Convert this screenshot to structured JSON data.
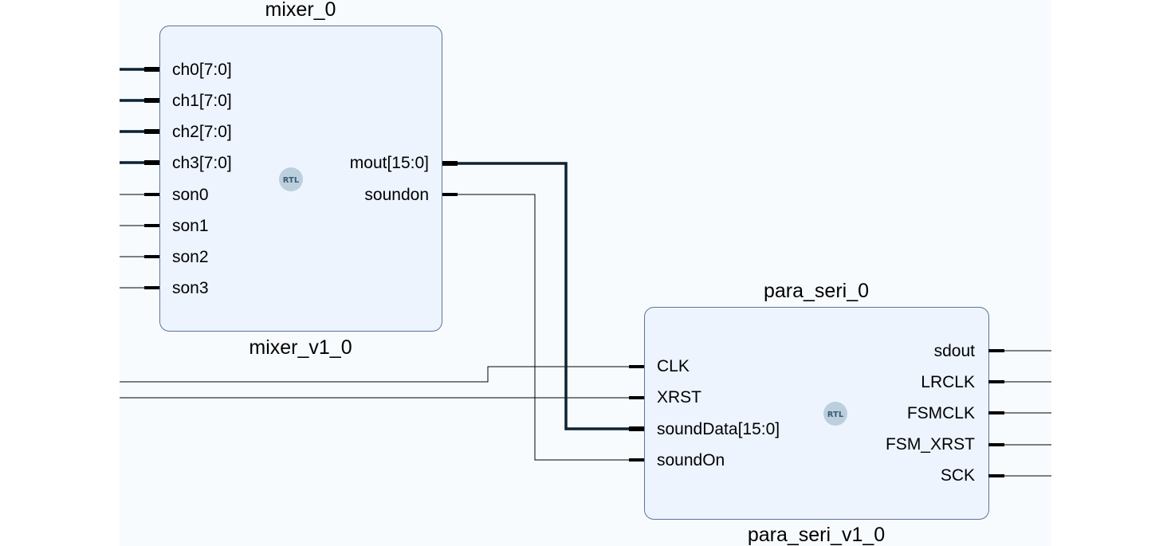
{
  "colors": {
    "canvas_bg": "#f7fbfe",
    "block_fill": "#edf4fe",
    "block_border": "#5a7596",
    "wire": "#000000",
    "bus_wire": "#0d2233",
    "module_text": "#3e5f8f",
    "rtl_badge": "#bccfdc",
    "rtl_text": "#3d5a77"
  },
  "blocks": [
    {
      "instance": "mixer_0",
      "module": "mixer_v1_0",
      "badge": "RTL",
      "inputs": [
        "ch0[7:0]",
        "ch1[7:0]",
        "ch2[7:0]",
        "ch3[7:0]",
        "son0",
        "son1",
        "son2",
        "son3"
      ],
      "outputs": [
        "mout[15:0]",
        "soundon"
      ]
    },
    {
      "instance": "para_seri_0",
      "module": "para_seri_v1_0",
      "badge": "RTL",
      "inputs": [
        "CLK",
        "XRST",
        "soundData[15:0]",
        "soundOn"
      ],
      "outputs": [
        "sdout",
        "LRCLK",
        "FSMCLK",
        "FSM_XRST",
        "SCK"
      ]
    }
  ],
  "connections": [
    {
      "from": "mixer_0/mout[15:0]",
      "to": "para_seri_0/soundData[15:0]",
      "bus": true
    },
    {
      "from": "mixer_0/soundon",
      "to": "para_seri_0/soundOn",
      "bus": false
    }
  ]
}
